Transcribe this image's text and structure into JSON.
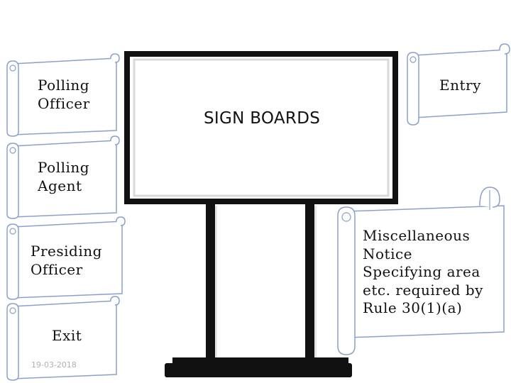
{
  "board": {
    "title": "SIGN BOARDS"
  },
  "signs": {
    "polling_officer": "Polling\nOfficer",
    "polling_agent": "Polling\nAgent",
    "presiding_officer": "Presiding\nOfficer",
    "exit": "Exit",
    "entry": "Entry",
    "misc_notice": "Miscellaneous\nNotice\nSpecifying area\netc. required by\nRule 30(1)(a)"
  },
  "footer": {
    "date": "19-03-2018"
  },
  "colors": {
    "scroll_stroke": "#8aa0c8",
    "board_frame": "#111111",
    "scroll_fill": "#ffffff"
  }
}
